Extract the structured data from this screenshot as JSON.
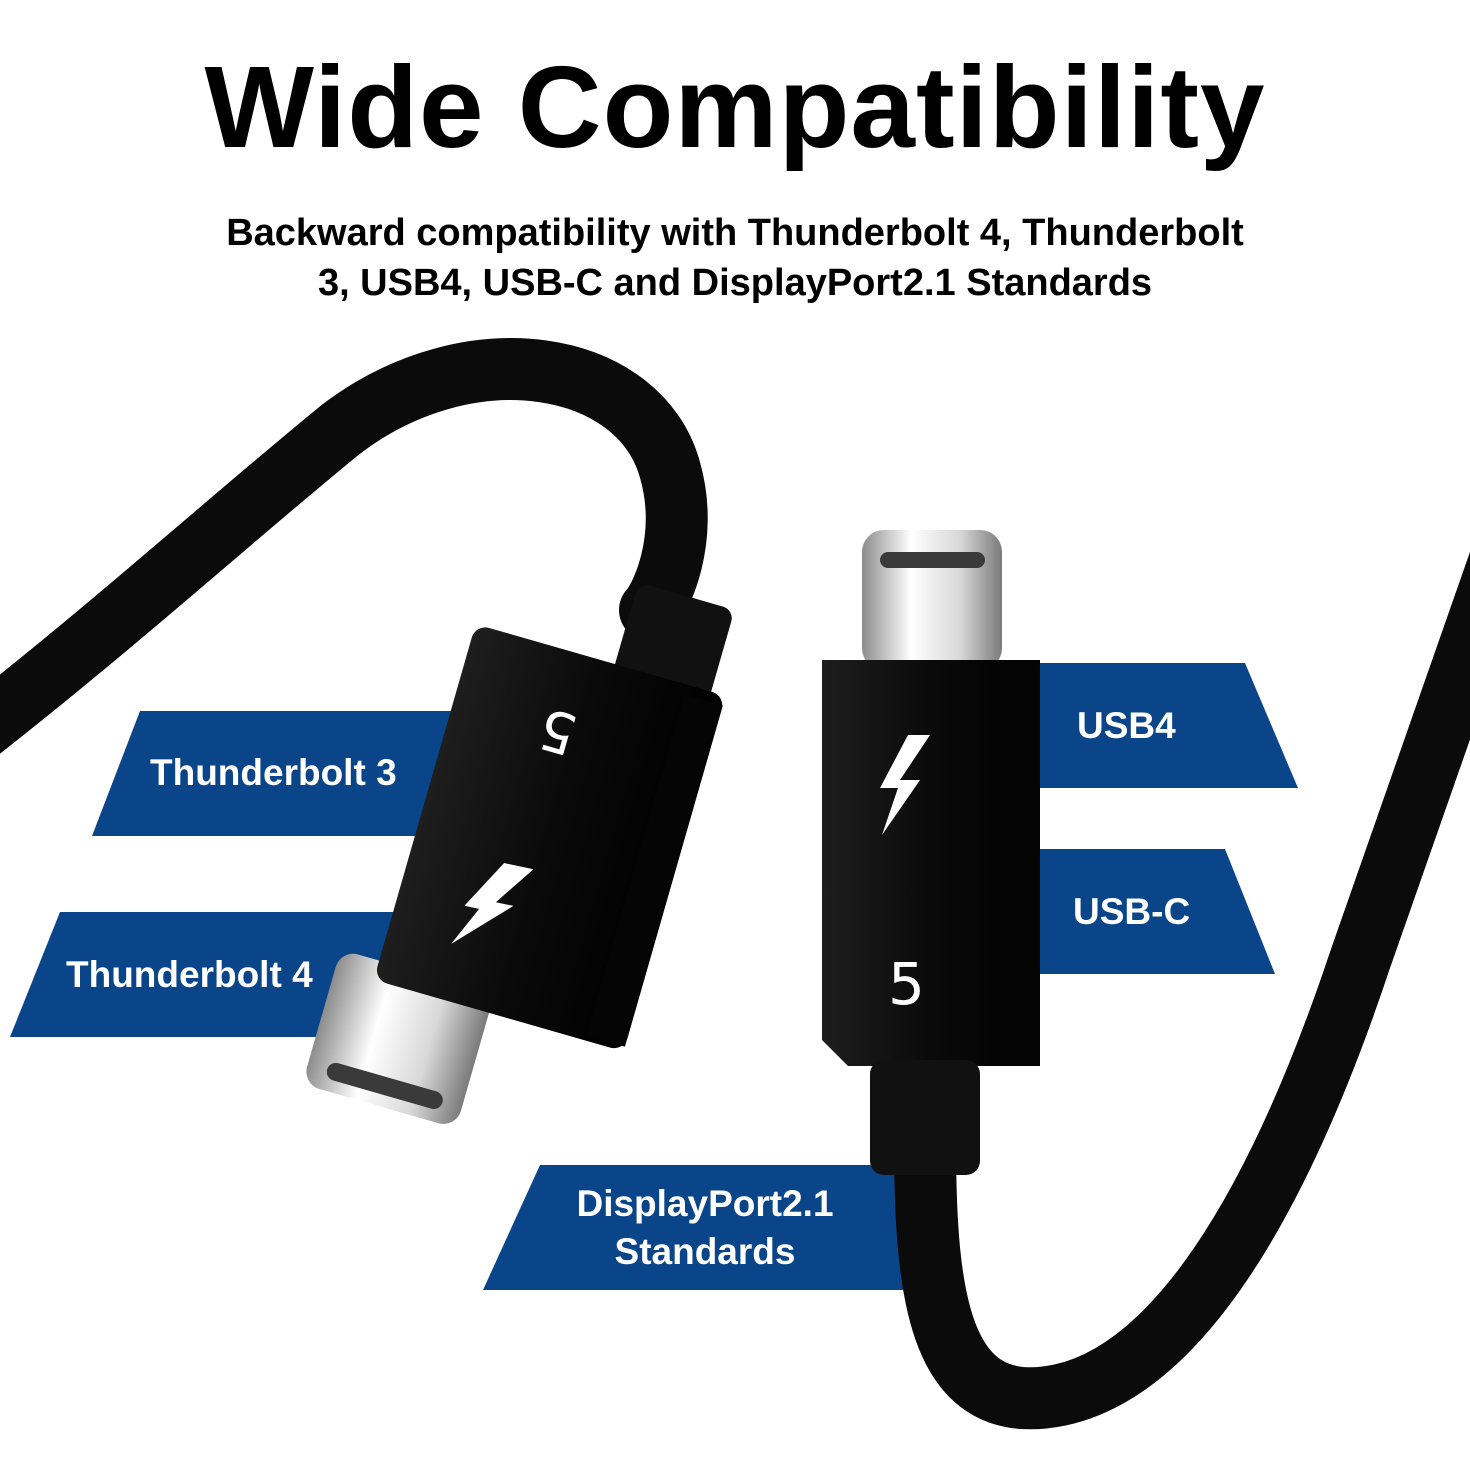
{
  "headline": "Wide Compatibility",
  "subline": {
    "line1": "Backward compatibility with Thunderbolt 4, Thunderbolt",
    "line2": "3, USB4, USB-C and DisplayPort2.1 Standards"
  },
  "labels": {
    "thunderbolt3": "Thunderbolt 3",
    "thunderbolt4": "Thunderbolt 4",
    "usb4": "USB4",
    "usbc": "USB-C",
    "displayport_line1": "DisplayPort2.1",
    "displayport_line2": "Standards"
  },
  "connector_mark": "5",
  "icons": [
    "thunderbolt-bolt-icon",
    "usb-c-plug"
  ],
  "colors": {
    "tag_blue": "#0a4589",
    "cable_black": "#0b0b0b",
    "text_black": "#000000",
    "background": "#ffffff"
  }
}
